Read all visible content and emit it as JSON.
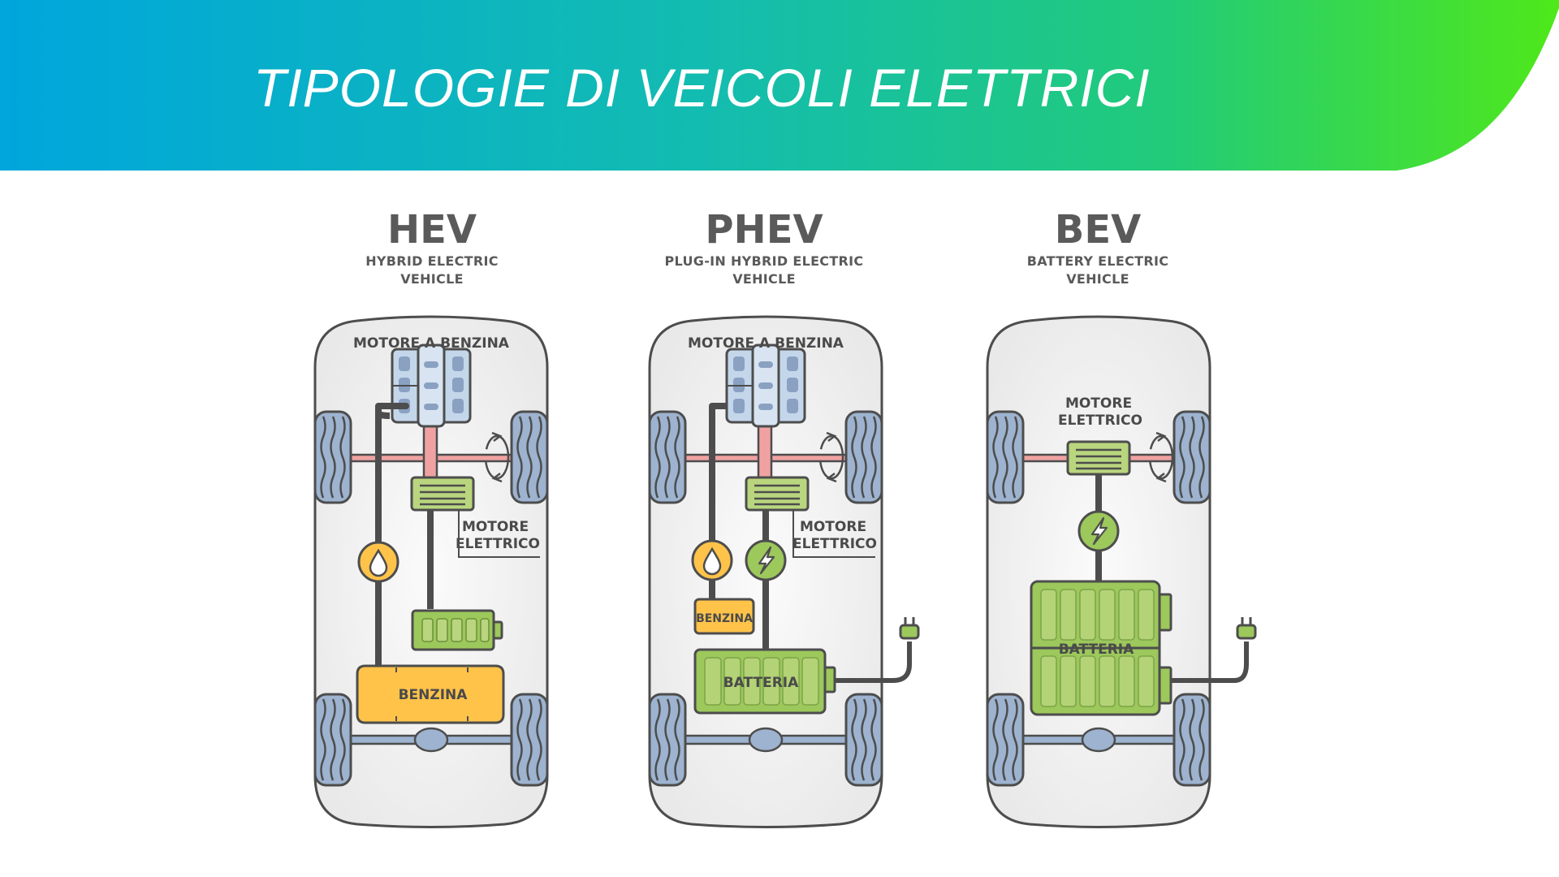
{
  "title": "TIPOLOGIE DI VEICOLI ELETTRICI",
  "colors": {
    "banner_start": "#00a6dc",
    "banner_mid": "#18c293",
    "banner_end": "#4ee61c",
    "battery_green": "#9cc85c",
    "fuel_orange": "#ffc34a",
    "engine_blue": "#bcd0e6",
    "car_body": "#eeeeee",
    "outline": "#4d4d4d"
  },
  "panels": [
    {
      "abbr": "HEV",
      "subtitle_line1": "HYBRID ELECTRIC",
      "subtitle_line2": "VEHICLE",
      "engine_label": "MOTORE A BENZINA",
      "electric_motor_line1": "MOTORE",
      "electric_motor_line2": "ELETTRICO",
      "tank_label": "BENZINA",
      "icons": [
        "fuel-drop-icon",
        "battery-icon",
        "rotation-arrow-icon"
      ]
    },
    {
      "abbr": "PHEV",
      "subtitle_line1": "PLUG-IN HYBRID ELECTRIC",
      "subtitle_line2": "VEHICLE",
      "engine_label": "MOTORE A BENZINA",
      "electric_motor_line1": "MOTORE",
      "electric_motor_line2": "ELETTRICO",
      "tank_label": "BENZINA",
      "battery_label": "BATTERIA",
      "icons": [
        "fuel-drop-icon",
        "lightning-icon",
        "plug-icon",
        "rotation-arrow-icon"
      ]
    },
    {
      "abbr": "BEV",
      "subtitle_line1": "BATTERY ELECTRIC",
      "subtitle_line2": "VEHICLE",
      "electric_motor_line1": "MOTORE",
      "electric_motor_line2": "ELETTRICO",
      "battery_label": "BATTERIA",
      "icons": [
        "lightning-icon",
        "plug-icon",
        "rotation-arrow-icon"
      ]
    }
  ]
}
